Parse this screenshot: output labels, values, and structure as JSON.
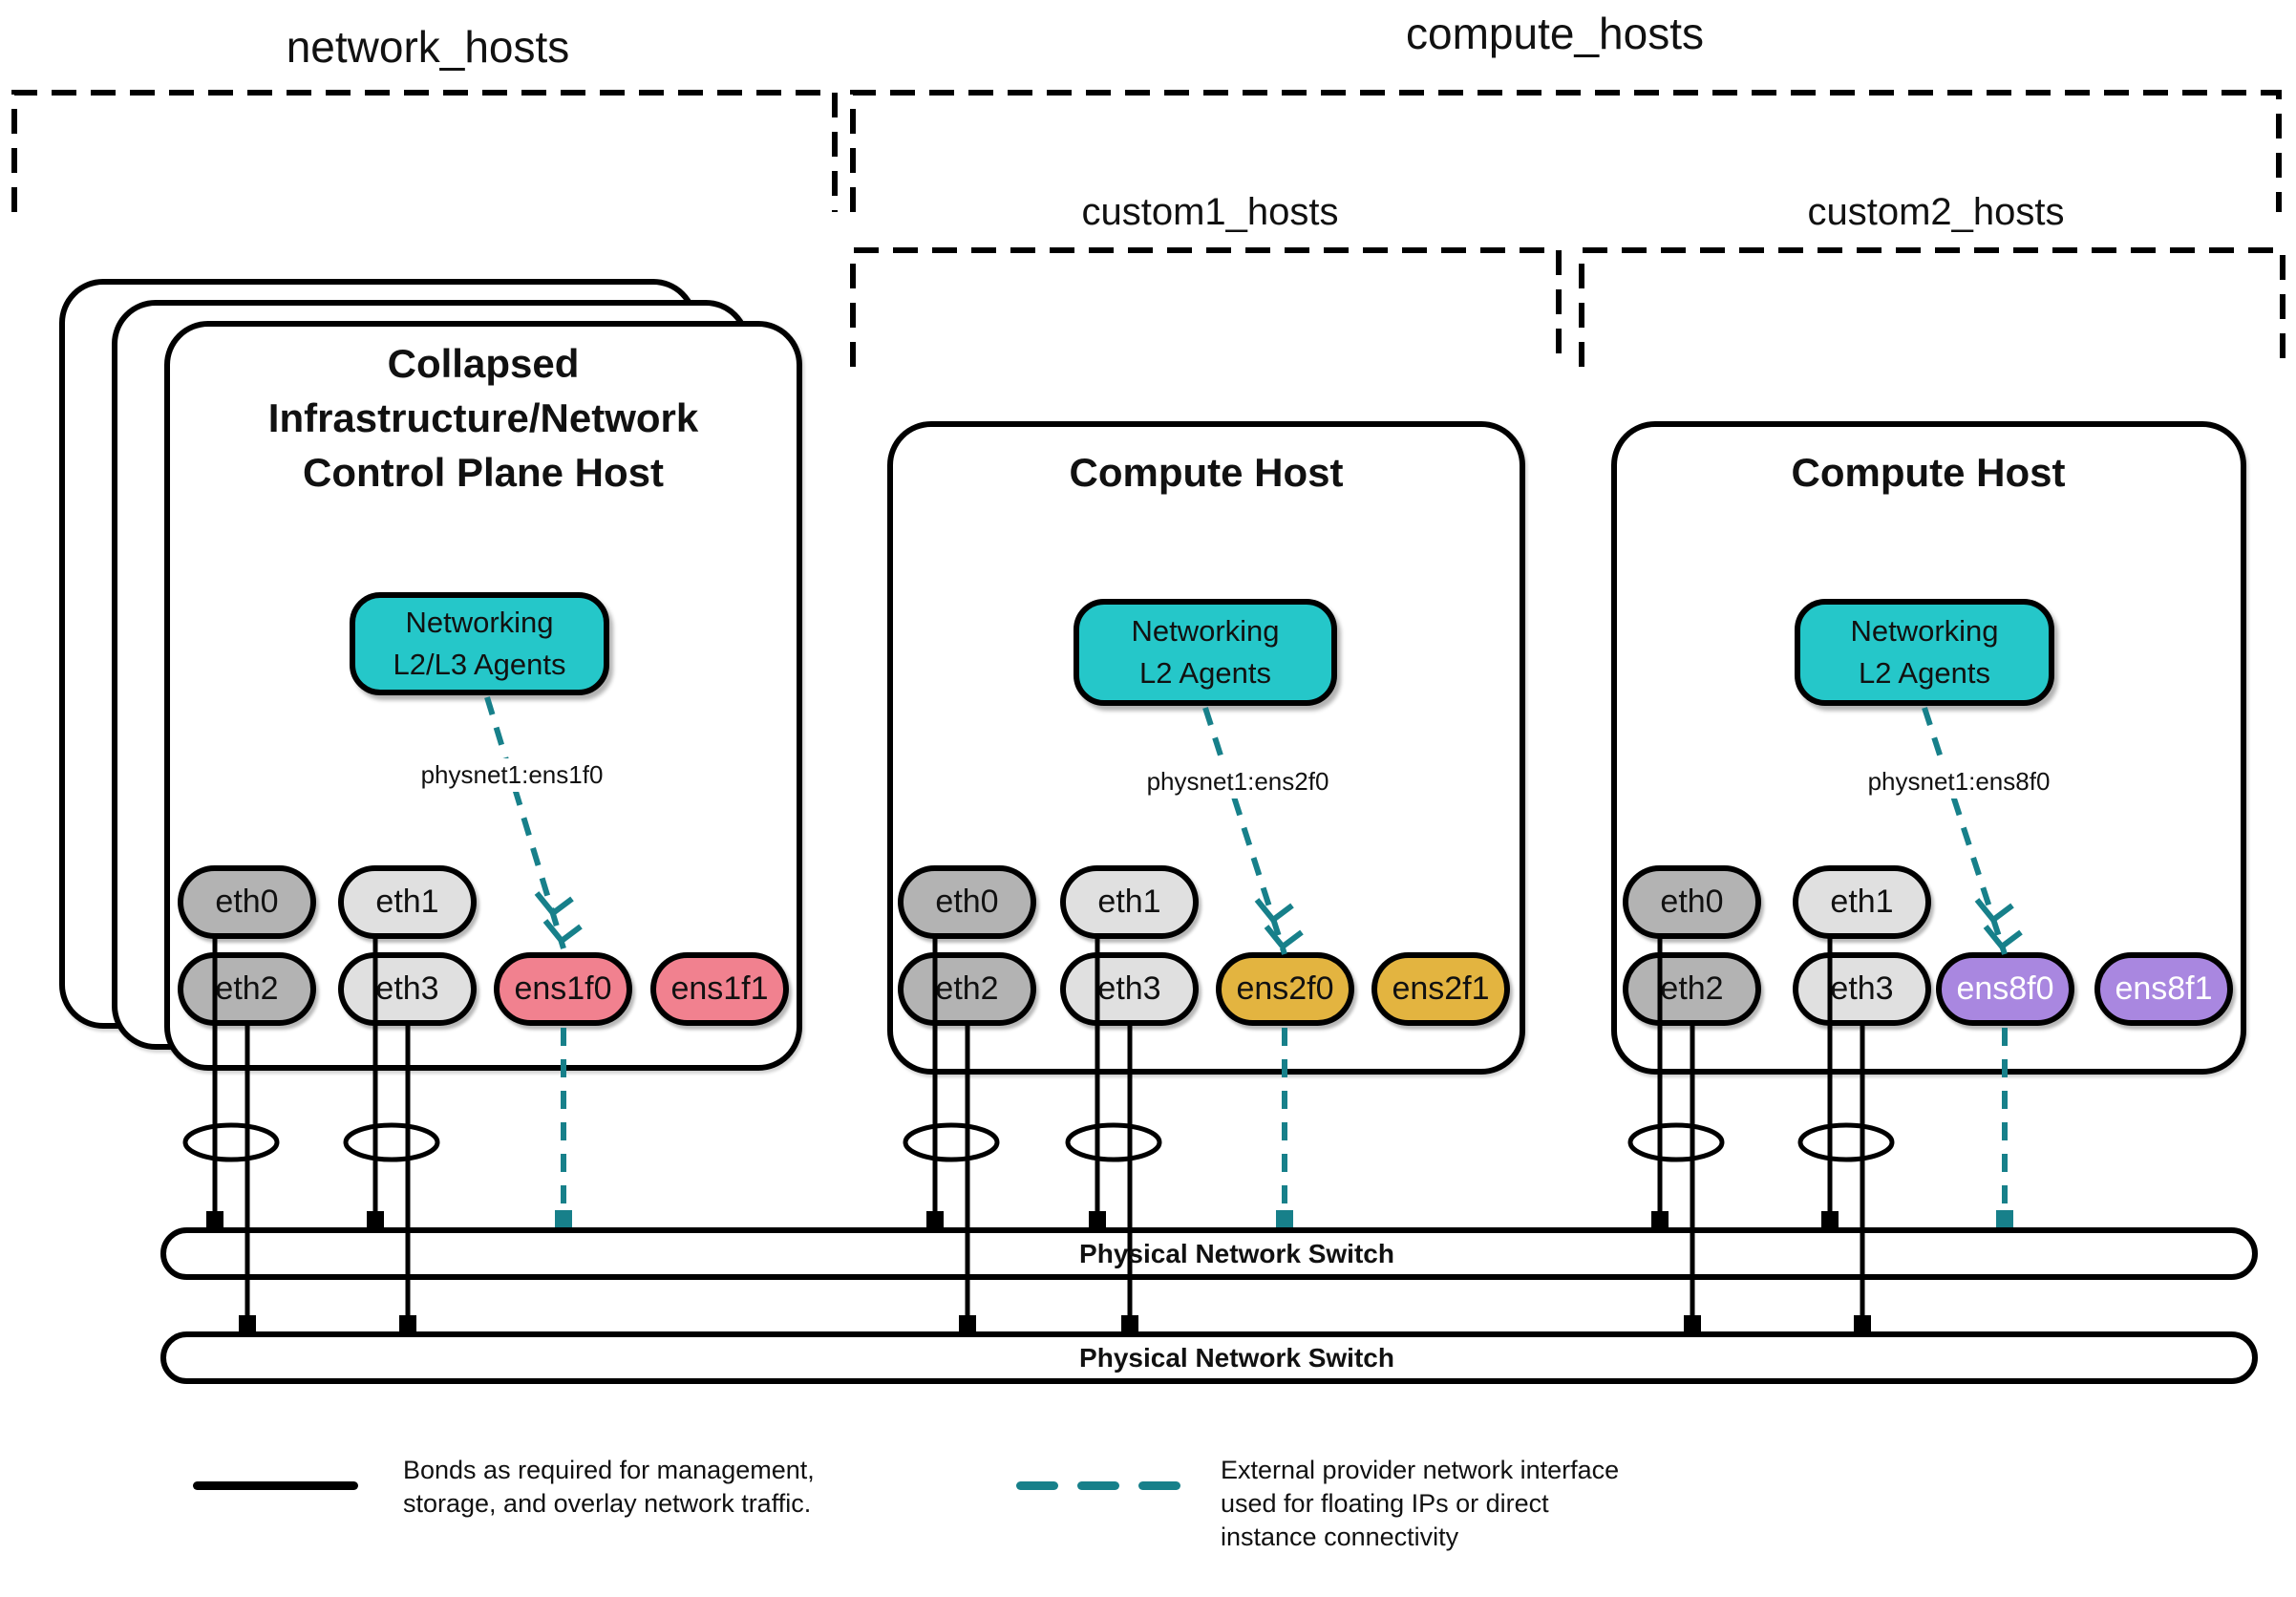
{
  "colors": {
    "ink": "#111111",
    "teal_box": "#25c7c9",
    "teal_line": "#17808a",
    "pill_gray_dark": "#b3b3b3",
    "pill_gray_light": "#e0e0e0",
    "pill_pink": "#f1818f",
    "pill_gold": "#e3b440",
    "pill_purple": "#a987e0"
  },
  "groups": {
    "network": "network_hosts",
    "compute": "compute_hosts",
    "custom1": "custom1_hosts",
    "custom2": "custom2_hosts"
  },
  "hosts": [
    {
      "title": "Collapsed\nInfrastructure/Network\nControl Plane Host",
      "agent": "Networking\nL2/L3 Agents",
      "physnet": "physnet1:ens1f0",
      "nics": [
        "eth0",
        "eth1",
        "eth2",
        "eth3",
        "ens1f0",
        "ens1f1"
      ]
    },
    {
      "title": "Compute Host",
      "agent": "Networking\nL2 Agents",
      "physnet": "physnet1:ens2f0",
      "nics": [
        "eth0",
        "eth1",
        "eth2",
        "eth3",
        "ens2f0",
        "ens2f1"
      ]
    },
    {
      "title": "Compute Host",
      "agent": "Networking\nL2 Agents",
      "physnet": "physnet1:ens8f0",
      "nics": [
        "eth0",
        "eth1",
        "eth2",
        "eth3",
        "ens8f0",
        "ens8f1"
      ]
    }
  ],
  "switches": [
    "Physical Network Switch",
    "Physical Network Switch"
  ],
  "legend": {
    "bond": "Bonds as required for management,\nstorage, and overlay network traffic.",
    "external": "External provider network interface\nused for floating IPs or direct\ninstance connectivity"
  }
}
